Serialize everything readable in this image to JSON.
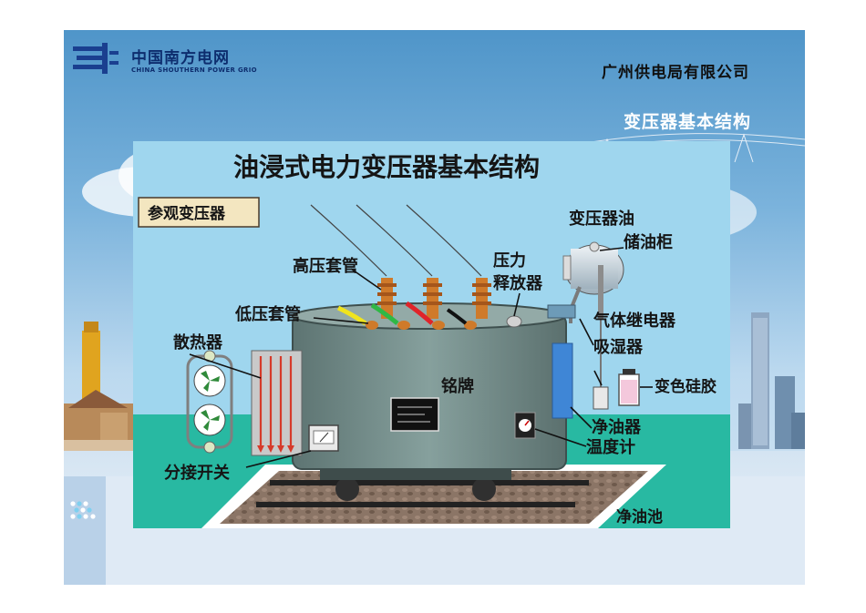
{
  "header": {
    "company_name_cn": "中国南方电网",
    "company_name_en": "CHINA SHOUTHERN POWER GRIO",
    "bureau_name": "广州供电局有限公司",
    "slide_title": "变压器基本结构"
  },
  "diagram": {
    "title": "油浸式电力变压器基本结构",
    "visit_badge": "参观变压器",
    "labels": {
      "hv_bushing": "高压套管",
      "lv_bushing": "低压套管",
      "radiator": "散热器",
      "tap_switch": "分接开关",
      "pressure_relief_1": "压力",
      "pressure_relief_2": "释放器",
      "conservator_1": "变压器油",
      "conservator_2": "储油柜",
      "gas_relay": "气体继电器",
      "breather": "吸湿器",
      "silica_gel": "变色硅胶",
      "oil_purifier": "净油器",
      "thermometer": "温度计",
      "nameplate": "铭牌",
      "oil_pit": "净油池"
    }
  },
  "colors": {
    "brand_navy": "#0d2d6e",
    "tank": "#6f8684",
    "diagram_background": "#9fd6ee",
    "ground": "#28b9a2",
    "bushing": "#cf7a2a",
    "radiator_arrows": "#d63a2a"
  }
}
